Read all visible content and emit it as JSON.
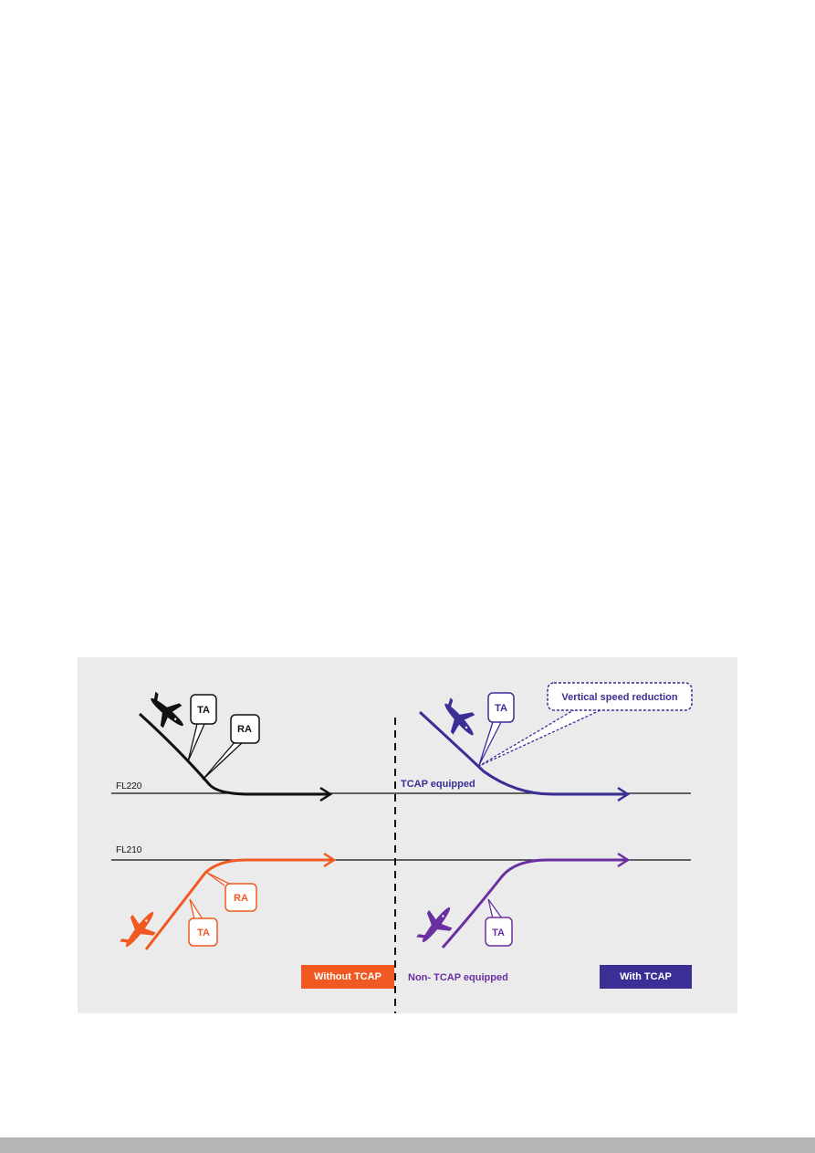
{
  "colors": {
    "background": "#ebebeb",
    "black_track": "#111111",
    "orange": "#f05a22",
    "purple": "#6a2fa0",
    "navy": "#3a2f95"
  },
  "flight_levels": {
    "upper": "FL220",
    "lower": "FL210"
  },
  "left_panel": {
    "descending_aircraft": {
      "ta_label": "TA",
      "ra_label": "RA"
    },
    "climbing_aircraft": {
      "ta_label": "TA",
      "ra_label": "RA"
    },
    "legend": "Without TCAP"
  },
  "right_panel": {
    "tcap_equipped_label": "TCAP equipped",
    "non_tcap_equipped_label": "Non- TCAP equipped",
    "descending_aircraft": {
      "ta_label": "TA",
      "vertical_speed_label": "Vertical speed reduction"
    },
    "climbing_aircraft": {
      "ta_label": "TA"
    },
    "legend": "With TCAP"
  },
  "icons": [
    "airplane-icon",
    "arrowhead-icon"
  ]
}
